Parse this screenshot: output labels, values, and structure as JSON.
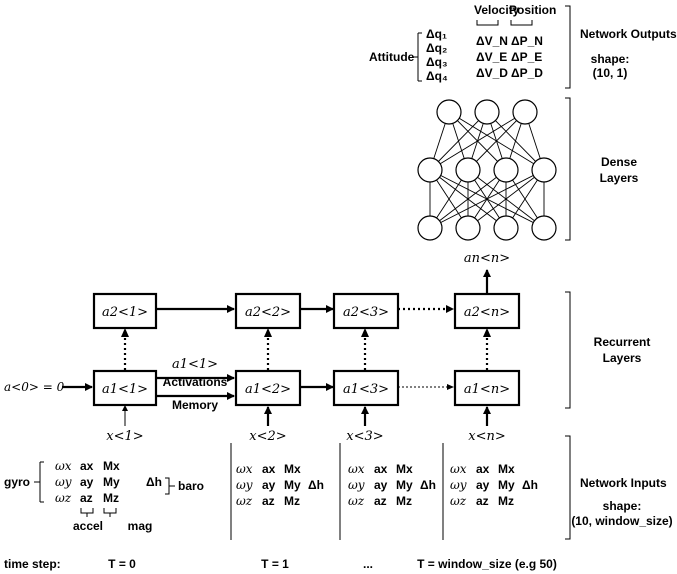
{
  "outputs": {
    "velocity_label": "Velocity",
    "position_label": "Position",
    "attitude_label": "Attitude",
    "quaternion": [
      "Δq₁",
      "Δq₂",
      "Δq₃",
      "Δq₄"
    ],
    "velocity": [
      "ΔV_N",
      "ΔV_E",
      "ΔV_D"
    ],
    "position": [
      "ΔP_N",
      "ΔP_E",
      "ΔP_D"
    ]
  },
  "right_labels": {
    "network_outputs": "Network Outputs",
    "output_shape_label": "shape:",
    "output_shape_value": "(10, 1)",
    "dense_1": "Dense",
    "dense_2": "Layers",
    "recurrent_1": "Recurrent",
    "recurrent_2": "Layers",
    "network_inputs": "Network Inputs",
    "input_shape_label": "shape:",
    "input_shape_value": "(10, window_size)"
  },
  "dense": {
    "layer_sizes": [
      3,
      4,
      4
    ]
  },
  "rnn": {
    "initial_state": "a<0> = 0",
    "top_cells": [
      "a2<1>",
      "a2<2>",
      "a2<3>",
      "a2<n>"
    ],
    "bottom_cells": [
      "a1<1>",
      "a1<2>",
      "a1<3>",
      "a1<n>"
    ],
    "inputs": [
      "x<1>",
      "x<2>",
      "x<3>",
      "x<n>"
    ],
    "output_label": "an<n>",
    "activation_label": "a1<1>",
    "activations_text": "Activations",
    "memory_text": "Memory"
  },
  "inputs": {
    "gyro_label": "gyro",
    "baro_label": "baro",
    "accel_label": "accel",
    "mag_label": "mag",
    "omega": [
      "ωx",
      "ωy",
      "ωz"
    ],
    "accel": [
      "ax",
      "ay",
      "az"
    ],
    "mag": [
      "Mx",
      "My",
      "Mz"
    ],
    "delta_h": "Δh"
  },
  "timeline": {
    "label": "time step:",
    "steps": [
      "T = 0",
      "T = 1",
      "...",
      "T = window_size (e.g 50)"
    ]
  }
}
